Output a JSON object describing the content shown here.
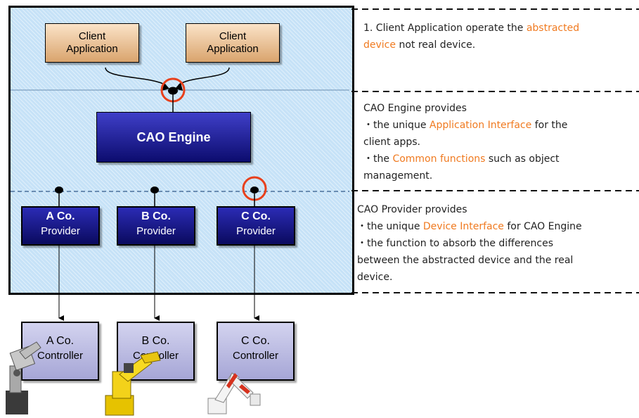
{
  "clients": [
    {
      "line1": "Client",
      "line2": "Application"
    },
    {
      "line1": "Client",
      "line2": "Application"
    }
  ],
  "engine": {
    "label": "CAO Engine"
  },
  "providers": [
    {
      "company": "A Co.",
      "label": "Provider"
    },
    {
      "company": "B Co.",
      "label": "Provider"
    },
    {
      "company": "C Co.",
      "label": "Provider"
    }
  ],
  "controllers": [
    {
      "company": "A Co.",
      "label": "Controller"
    },
    {
      "company": "B Co.",
      "label": "Controller"
    },
    {
      "company": "C Co.",
      "label": "Controller"
    }
  ],
  "notes": {
    "n1": {
      "prefix": "1. Client Application operate the ",
      "highlight": "abstracted",
      "highlight2": "device",
      "suffix": " not real device."
    },
    "n2": {
      "title": "CAO Engine provides",
      "b1_pre": "・the unique ",
      "b1_hl": "Application Interface",
      "b1_post": " for the",
      "b1_cont": "client apps.",
      "b2_pre": "・the ",
      "b2_hl": "Common functions",
      "b2_post": " such as object",
      "b2_cont": "management."
    },
    "n3": {
      "title": "CAO Provider provides",
      "b1_pre": "・the unique ",
      "b1_hl": "Device Interface",
      "b1_post": " for CAO Engine",
      "b2": "・the function to absorb the differences",
      "b2_cont1": "between the abstracted device and the real",
      "b2_cont2": "device."
    }
  },
  "colors": {
    "highlight": "#f07a20",
    "marker_circle": "#e8401c",
    "main_box_bg": "#c6e2f7"
  }
}
